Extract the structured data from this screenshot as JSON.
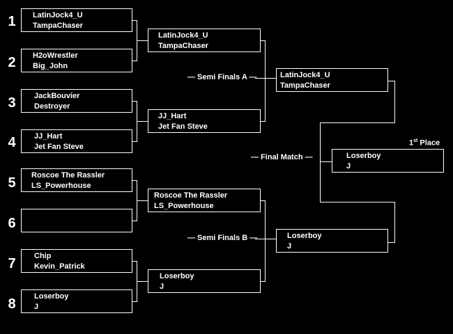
{
  "bracket": {
    "seeds": [
      "1",
      "2",
      "3",
      "4",
      "5",
      "6",
      "7",
      "8"
    ],
    "round1": [
      {
        "p1": "LatinJock4_U",
        "p2": "TampaChaser"
      },
      {
        "p1": "H2oWrestler",
        "p2": "Big_John"
      },
      {
        "p1": "JackBouvier",
        "p2": "Destroyer"
      },
      {
        "p1": "JJ_Hart",
        "p2": "Jet Fan Steve"
      },
      {
        "p1": "Roscoe The Rassler",
        "p2": "LS_Powerhouse"
      },
      {
        "p1": "",
        "p2": ""
      },
      {
        "p1": "Chip",
        "p2": "Kevin_Patrick"
      },
      {
        "p1": "Loserboy",
        "p2": "J"
      }
    ],
    "round2": [
      {
        "p1": "LatinJock4_U",
        "p2": "TampaChaser"
      },
      {
        "p1": "JJ_Hart",
        "p2": "Jet Fan Steve"
      },
      {
        "p1": "Roscoe The Rassler",
        "p2": "LS_Powerhouse"
      },
      {
        "p1": "Loserboy",
        "p2": "J"
      }
    ],
    "semis": [
      {
        "p1": "LatinJock4_U",
        "p2": "TampaChaser"
      },
      {
        "p1": "Loserboy",
        "p2": "J"
      }
    ],
    "winner": {
      "p1": "Loserboy",
      "p2": "J"
    },
    "labels": {
      "semi_a": "— Semi Finals A —",
      "semi_b": "— Semi Finals B —",
      "final": "— Final Match —",
      "first_place_num": "1",
      "first_place_sup": "st",
      "first_place_word": " Place"
    }
  }
}
